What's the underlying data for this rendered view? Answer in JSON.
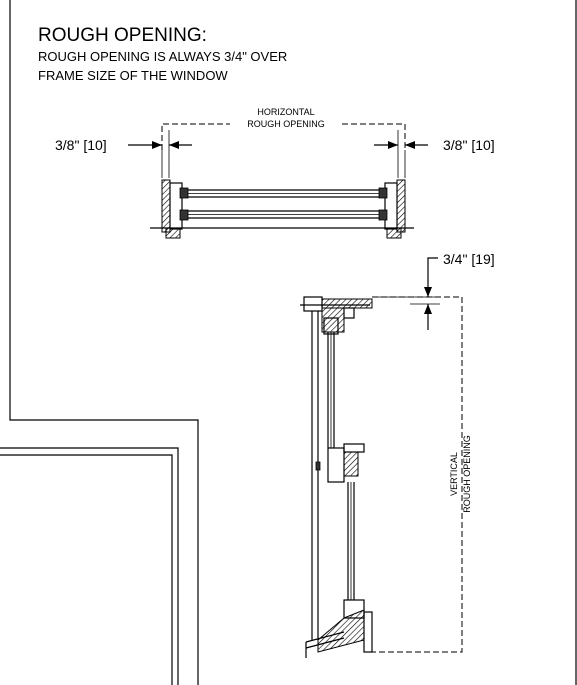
{
  "title": "ROUGH OPENING:",
  "subtitle_line1": "ROUGH OPENING IS ALWAYS 3/4\" OVER",
  "subtitle_line2": "FRAME SIZE OF THE WINDOW",
  "horizontal": {
    "label_line1": "HORIZONTAL",
    "label_line2": "ROUGH OPENING",
    "left_dim": "3/8\" [10]",
    "right_dim": "3/8\" [10]"
  },
  "vertical": {
    "label_line1": "VERTICAL",
    "label_line2": "ROUGH OPENING",
    "top_dim": "3/4\" [19]"
  }
}
